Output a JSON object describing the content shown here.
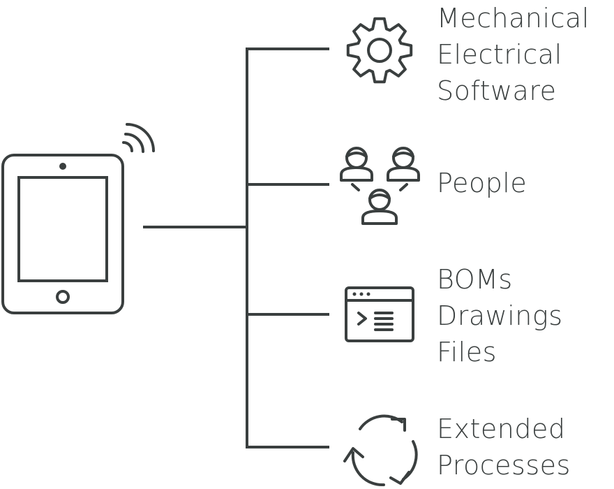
{
  "colors": {
    "stroke": "#3a3f3f",
    "background": "#ffffff"
  },
  "nodes": [
    {
      "icon": "gear-icon",
      "lines": [
        "Mechanical",
        "Electrical",
        "Software"
      ]
    },
    {
      "icon": "people-icon",
      "lines": [
        "People"
      ]
    },
    {
      "icon": "terminal-window-icon",
      "lines": [
        "BOMs",
        "Drawings",
        "Files"
      ]
    },
    {
      "icon": "cycle-arrows-icon",
      "lines": [
        "Extended",
        "Processes"
      ]
    }
  ],
  "source": {
    "icon": "tablet-wireless-icon"
  }
}
